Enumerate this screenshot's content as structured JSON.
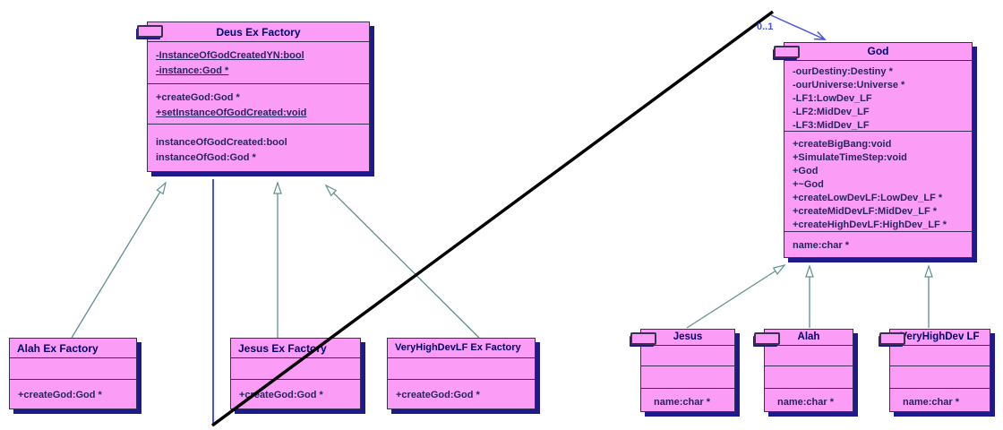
{
  "colors": {
    "node_fill": "#FB9DF6",
    "node_border": "#3A3050",
    "node_shadow": "#1B1B8E",
    "title_text": "#00006B",
    "member_text": "#26265E",
    "generalization_line": "#5F9090",
    "association_line": "#4355E0",
    "crossing_line": "#000000"
  },
  "icons": {
    "class_tab": "uml-class-tab-icon"
  },
  "classes": {
    "deus": {
      "title": "Deus Ex Factory",
      "attrs": [
        "-InstanceOfGodCreatedYN:bool",
        "-instance:God *"
      ],
      "methods": [
        "+createGod:God *",
        "+setInstanceOfGodCreated:void"
      ],
      "extras": [
        "instanceOfGodCreated:bool",
        "instanceOfGod:God *"
      ]
    },
    "god": {
      "title": "God",
      "attrs": [
        "-ourDestiny:Destiny *",
        "-ourUniverse:Universe *",
        "-LF1:LowDev_LF",
        "-LF2:MidDev_LF",
        "-LF3:MidDev_LF"
      ],
      "methods": [
        "+createBigBang:void",
        "+SimulateTimeStep:void",
        "+God",
        "+~God",
        "+createLowDevLF:LowDev_LF *",
        "+createMidDevLF:MidDev_LF *",
        "+createHighDevLF:HighDev_LF *"
      ],
      "extras": [
        "name:char *"
      ]
    },
    "alah_factory": {
      "title": "Alah Ex Factory",
      "methods": [
        "+createGod:God *"
      ]
    },
    "jesus_factory": {
      "title": "Jesus Ex Factory",
      "methods": [
        "+createGod:God *"
      ]
    },
    "vhd_factory": {
      "title": "VeryHighDevLF Ex Factory",
      "methods": [
        "+createGod:God *"
      ]
    },
    "jesus": {
      "title": "Jesus",
      "extras": [
        "name:char *"
      ]
    },
    "alah": {
      "title": "Alah",
      "extras": [
        "name:char *"
      ]
    },
    "vhd": {
      "title": "VeryHighDev LF",
      "extras": [
        "name:char *"
      ]
    }
  },
  "association": {
    "multiplicity": "0..1"
  }
}
